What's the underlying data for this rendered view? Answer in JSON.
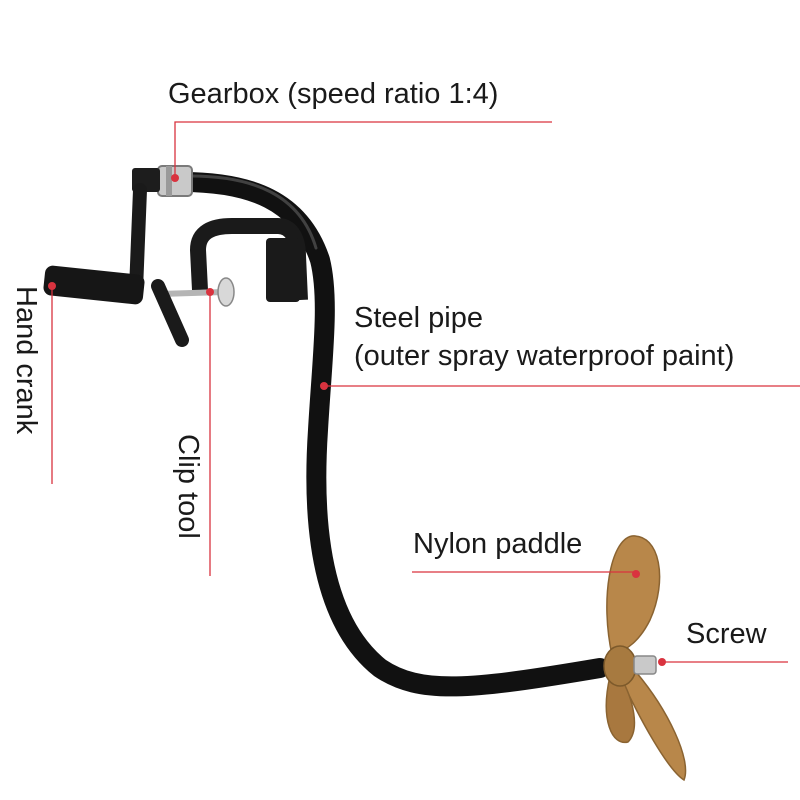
{
  "labels": {
    "gearbox": "Gearbox (speed ratio 1:4)",
    "steel_pipe_line1": "Steel pipe",
    "steel_pipe_line2": "(outer spray waterproof paint)",
    "nylon_paddle": "Nylon paddle",
    "screw": "Screw",
    "hand_crank": "Hand crank",
    "clip_tool": "Clip tool"
  },
  "colors": {
    "leader_line": "#d9333f",
    "pipe": "#111111",
    "paddle": "#b8874a",
    "metal": "#c9c9c9",
    "text": "#1a1a1a"
  }
}
